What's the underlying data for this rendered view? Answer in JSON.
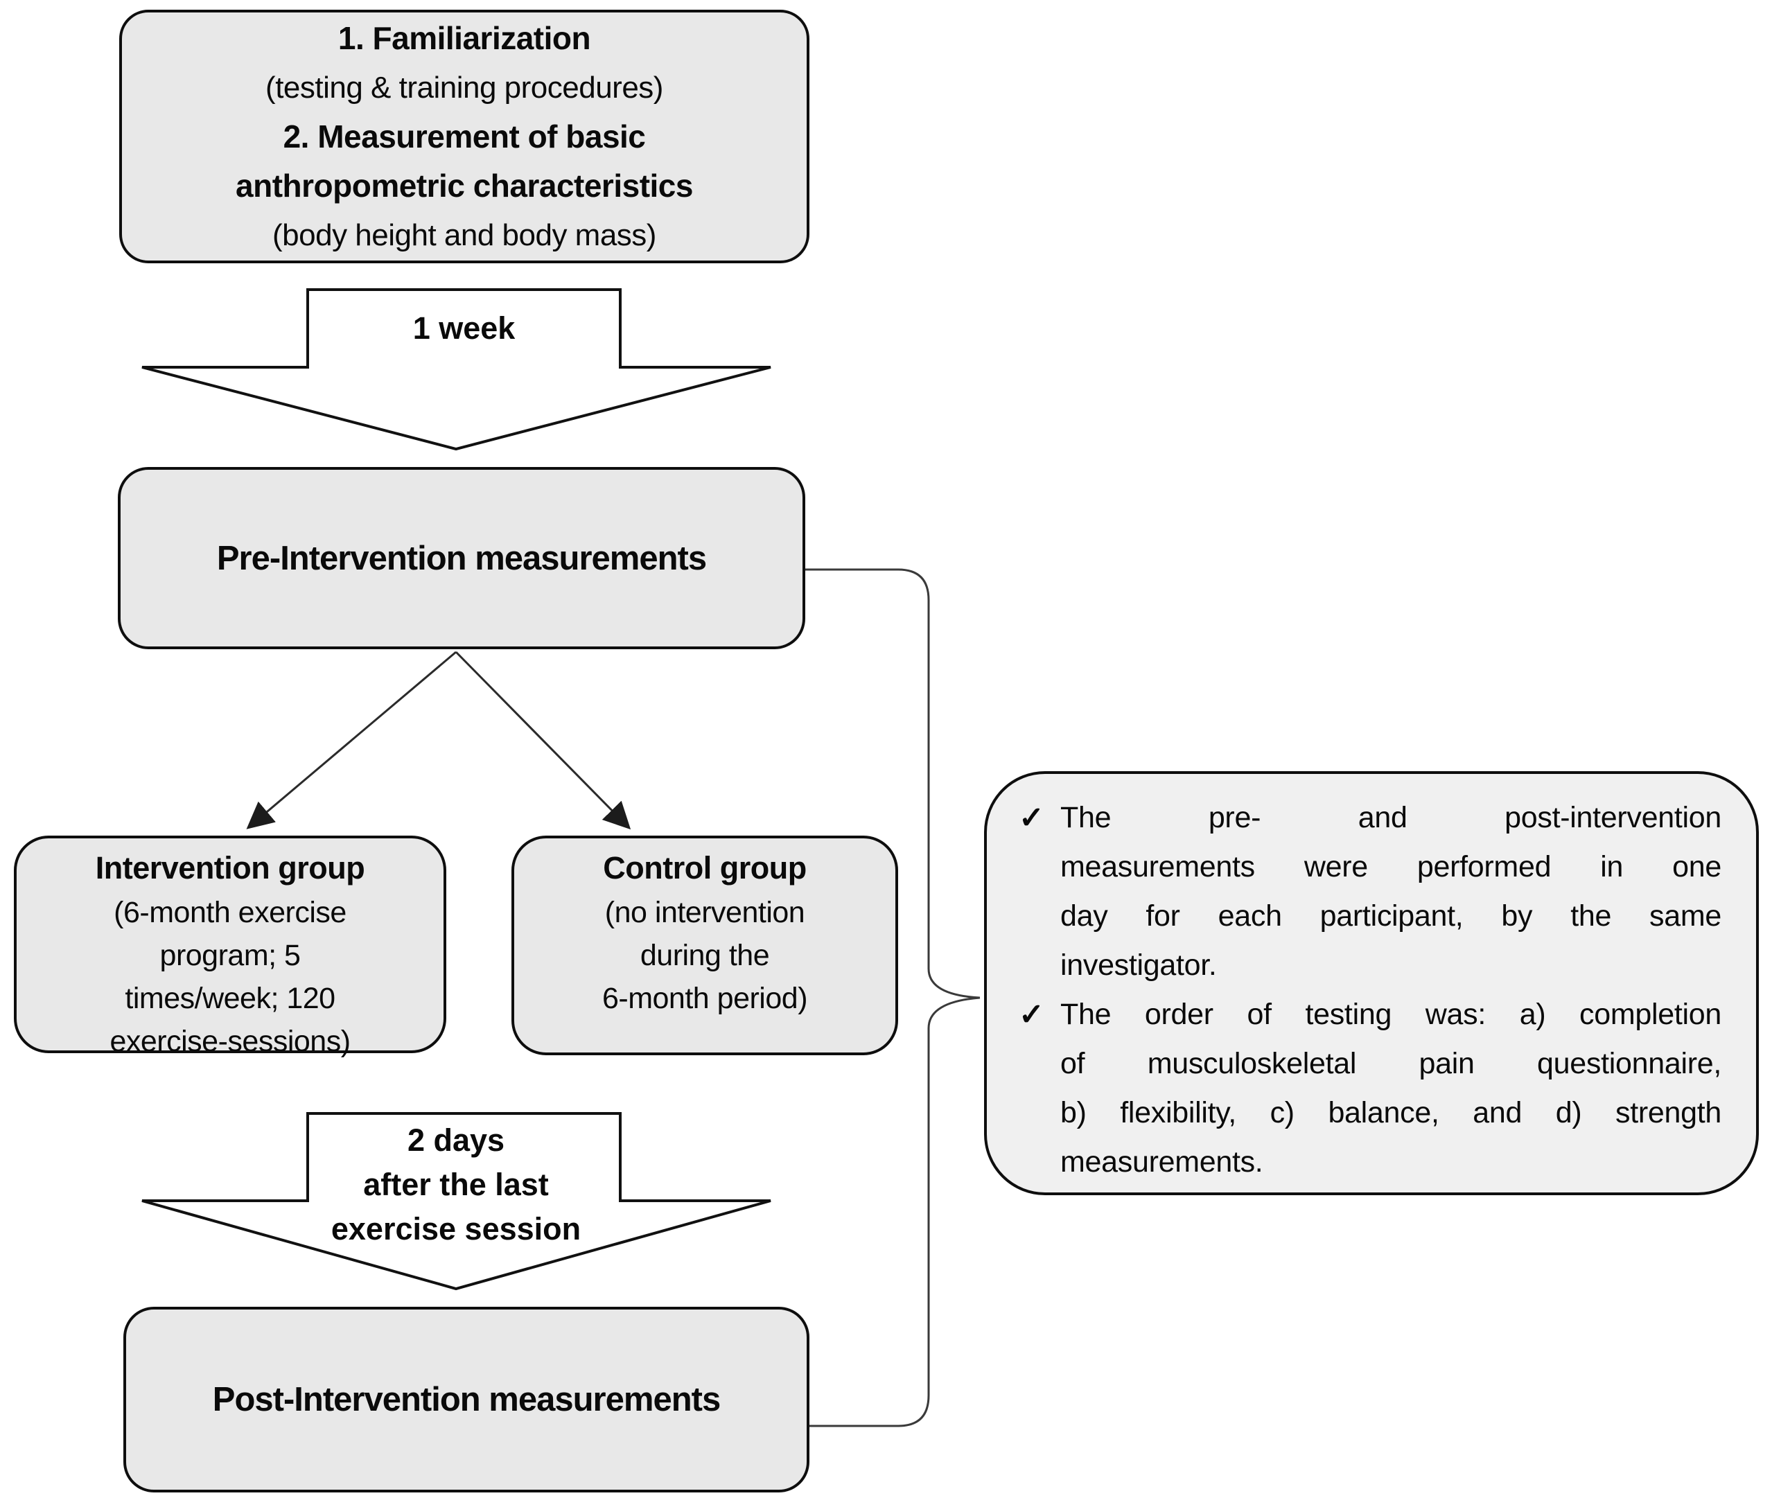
{
  "colors": {
    "background": "#ffffff",
    "box_fill": "#e8e8e8",
    "callout_fill": "#f0f0f0",
    "border": "#0e0e0e",
    "block_arrow_fill": "#ffffff",
    "connector_line": "#3a3a3a",
    "text": "#0a0a0a"
  },
  "boxes": {
    "familiarization": {
      "lines": [
        "1. Familiarization",
        "(testing & training procedures)",
        "2. Measurement of basic",
        "anthropometric characteristics",
        "(body height and body mass)"
      ]
    },
    "pre": {
      "title": "Pre-Intervention measurements"
    },
    "intervention": {
      "lines": [
        "Intervention group",
        "(6-month exercise",
        "program; 5",
        "times/week; 120",
        "exercise-sessions)"
      ]
    },
    "control": {
      "lines": [
        "Control group",
        "(no intervention",
        "during the",
        "6-month period)"
      ]
    },
    "post": {
      "title": "Post-Intervention measurements"
    }
  },
  "arrows": {
    "week": {
      "label": "1 week"
    },
    "days": {
      "lines": [
        "2 days",
        "after the last",
        "exercise session"
      ]
    }
  },
  "callout": {
    "items": [
      {
        "icon": "✓",
        "lines": [
          "The pre- and post-intervention",
          "measurements were performed in one",
          "day for each participant, by the same",
          "investigator."
        ]
      },
      {
        "icon": "✓",
        "lines": [
          "The order of testing was: a) completion",
          "of musculoskeletal pain questionnaire,",
          "b) flexibility, c) balance, and d) strength",
          "measurements."
        ]
      }
    ]
  }
}
